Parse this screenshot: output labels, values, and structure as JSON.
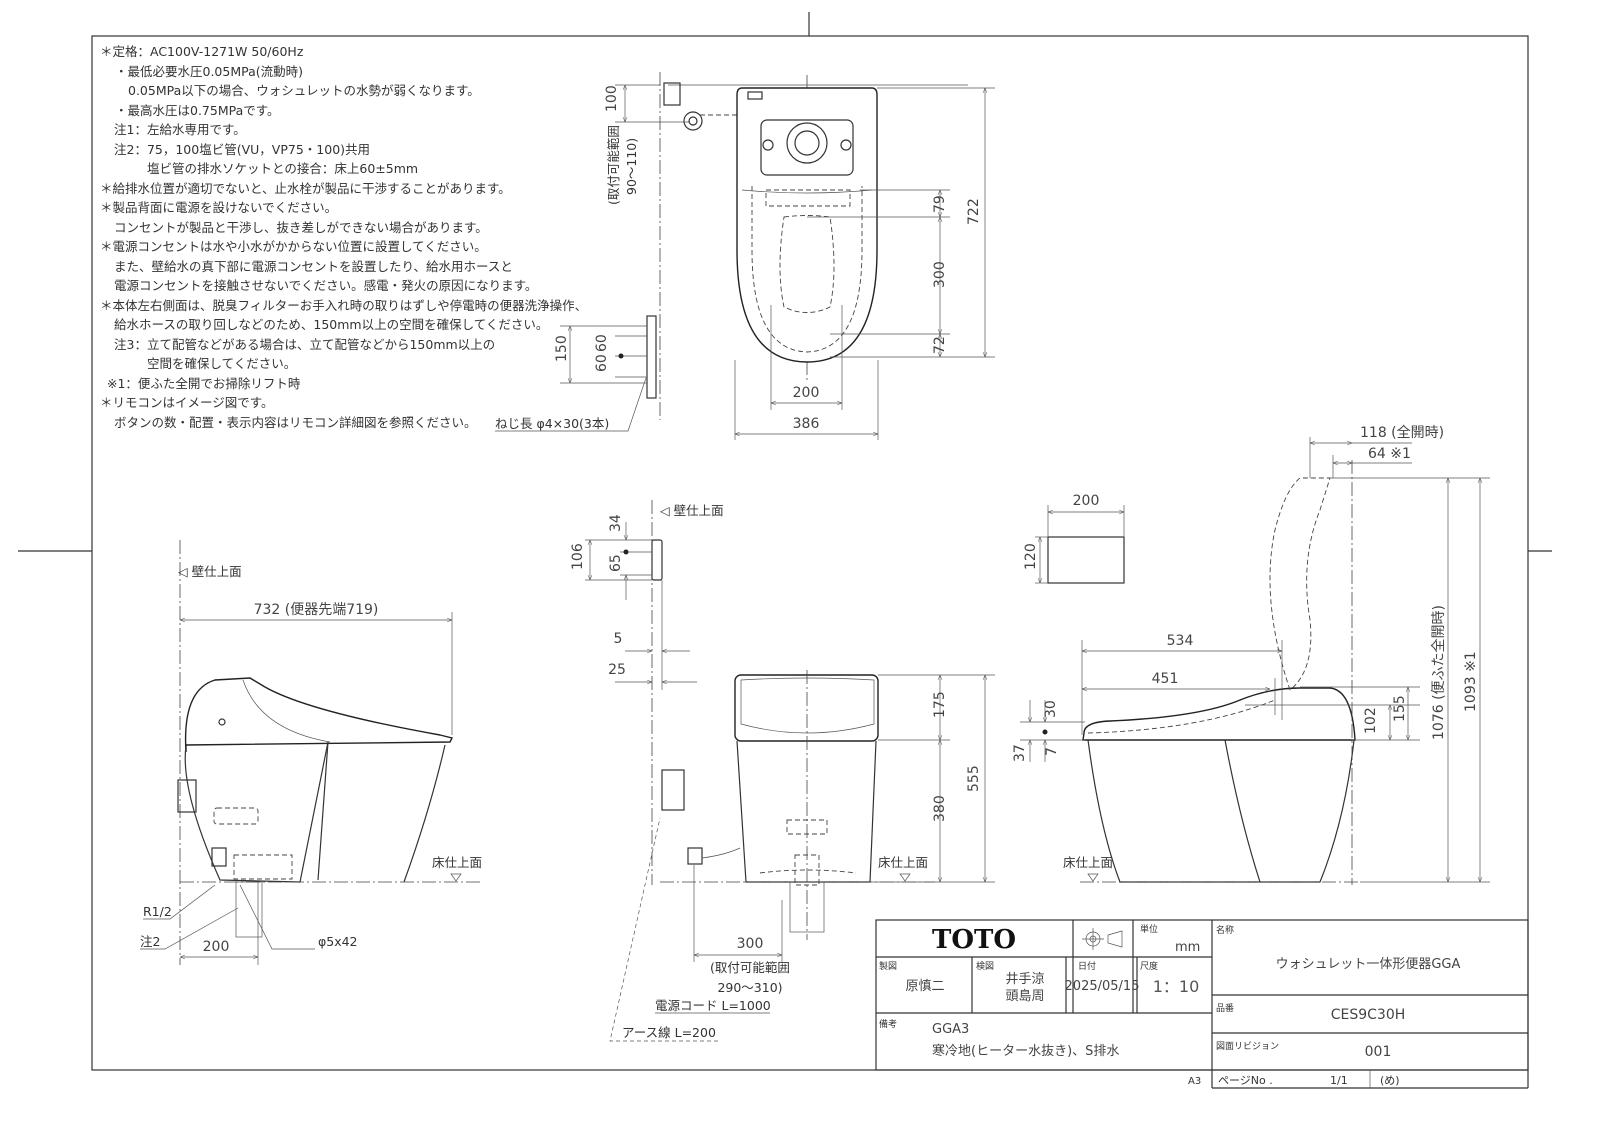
{
  "notes": [
    "＊定格：AC100V-1271W 50/60Hz",
    "・最低必要水圧0.05MPa(流動時)",
    "0.05MPa以下の場合、ウォシュレットの水勢が弱くなります。",
    "・最高水圧は0.75MPaです。",
    "注1：左給水専用です。",
    "注2：75，100塩ビ管(VU，VP75・100)共用",
    "塩ビ管の排水ソケットとの接合：床上60±5mm",
    "＊給排水位置が適切でないと、止水栓が製品に干渉することがあります。",
    "＊製品背面に電源を設けないでください。",
    "コンセントが製品と干渉し、抜き差しができない場合があります。",
    "＊電源コンセントは水や小水がかからない位置に設置してください。",
    "また、壁給水の真下部に電源コンセントを設置したり、給水用ホースと",
    "電源コンセントを接触させないでください。感電・発火の原因になります。",
    "＊本体左右側面は、脱臭フィルターお手入れ時の取りはずしや停電時の便器洗浄操作、",
    "給水ホースの取り回しなどのため、150mm以上の空間を確保してください。",
    "注3：立て配管などがある場合は、立て配管などから150mm以上の",
    "空間を確保してください。",
    "※1：便ふた全開でお掃除リフト時",
    "＊リモコンはイメージ図です。",
    "ボタンの数・配置・表示内容はリモコン詳細図を参照ください。"
  ],
  "top_view": {
    "dim_100": "100",
    "range_label": "(取付可能範囲",
    "range_value": "90～110)",
    "dim_722": "722",
    "dim_79": "79",
    "dim_300": "300",
    "dim_72": "72",
    "dim_200": "200",
    "dim_386": "386",
    "dim_150": "150",
    "dim_60a": "60",
    "dim_60b": "60",
    "screw_label": "ねじ長 φ4×30(3本)"
  },
  "left_side_view": {
    "wall_label": "◁ 壁仕上面",
    "dim_732": "732 (便器先端719)",
    "floor_label": "床仕上面",
    "r12": "R1/2",
    "note2": "注2",
    "dim_200": "200",
    "phi": "φ5x42"
  },
  "front_view": {
    "wall_label": "◁ 壁仕上面",
    "dim_34": "34",
    "dim_106": "106",
    "dim_65": "65",
    "dim_5": "5",
    "dim_25": "25",
    "dim_175": "175",
    "dim_380": "380",
    "dim_555": "555",
    "floor_label": "床仕上面",
    "dim_300": "300",
    "range_label": "(取付可能範囲",
    "range_value": "290～310)",
    "power_cord": "電源コード L=1000",
    "earth_wire": "アース線 L=200"
  },
  "right_side_view": {
    "remote_w": "200",
    "remote_h": "120",
    "dim_118": "118 (全開時)",
    "dim_64": "64 ※1",
    "dim_534": "534",
    "dim_451": "451",
    "dim_30": "30",
    "dim_37": "37",
    "dim_7": "7",
    "dim_102": "102",
    "dim_155": "155",
    "dim_1076": "1076 (便ふた全開時)",
    "dim_1093": "1093 ※1",
    "floor_label": "床仕上面"
  },
  "title_block": {
    "brand": "TOTO",
    "unit_label": "単位",
    "unit": "mm",
    "drawn_label": "製図",
    "drawn_by": "原慎二",
    "checked_label": "検図",
    "checked_by_1": "井手涼",
    "checked_by_2": "頭島周",
    "date_label": "日付",
    "date": "2025/05/15",
    "scale_label": "尺度",
    "scale": "1：10",
    "remarks_label": "備考",
    "remarks_1": "GGA3",
    "remarks_2": "寒冷地(ヒーター水抜き)、S排水",
    "name_label": "名称",
    "name": "ウォシュレット一体形便器GGA",
    "part_label": "品番",
    "part_no": "CES9C30H",
    "revision_label": "図面リビジョン",
    "revision": "001",
    "sheet_size": "A3",
    "page_label": "ページNo .",
    "page": "1/1",
    "page_suffix": "(め)"
  }
}
